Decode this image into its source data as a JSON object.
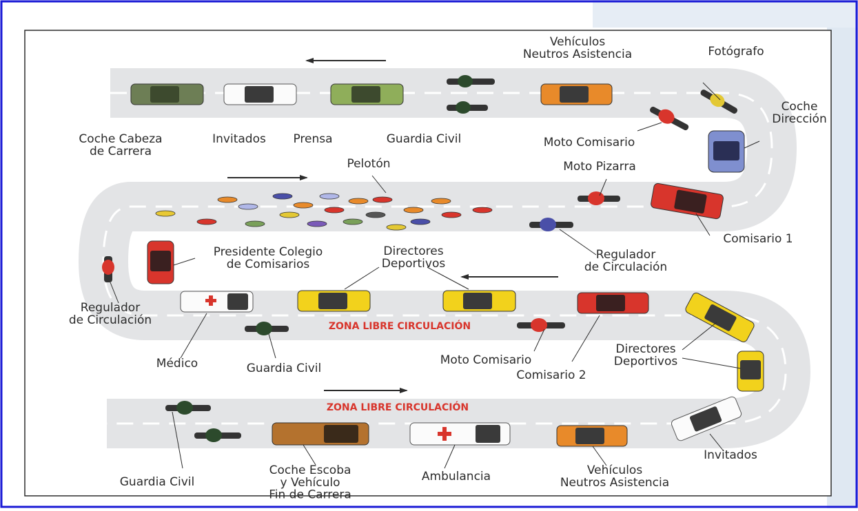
{
  "colors": {
    "road": "#e3e4e6",
    "lane_dash": "#ffffff",
    "frame_border": "#1a1ad6",
    "zone_text": "#d8352c",
    "label_text": "#2b2b2b",
    "car_green": "#8fae5a",
    "car_dark_green": "#6d7e55",
    "car_orange": "#e88a2a",
    "car_yellow": "#f2d21c",
    "car_red": "#d8352c",
    "car_blue": "#7f8fcf",
    "car_white": "#fbfbfb",
    "car_brown": "#b4722e"
  },
  "labels": {
    "coche_cabeza": [
      "Coche Cabeza",
      "de Carrera"
    ],
    "invitados_top": [
      "Invitados"
    ],
    "prensa": [
      "Prensa"
    ],
    "guardia_civil_top": [
      "Guardia Civil"
    ],
    "vehiculos_neutros_top": [
      "Vehículos",
      "Neutros Asistencia"
    ],
    "fotografo": [
      "Fotógrafo"
    ],
    "moto_comisario_top": [
      "Moto Comisario"
    ],
    "coche_direccion": [
      "Coche",
      "Dirección"
    ],
    "peloton": [
      "Pelotón"
    ],
    "moto_pizarra": [
      "Moto Pizarra"
    ],
    "comisario_1": [
      "Comisario 1"
    ],
    "regulador_right": [
      "Regulador",
      "de Circulación"
    ],
    "presidente": [
      "Presidente Colegio",
      "de Comisarios"
    ],
    "directores_mid": [
      "Directores",
      "Deportivos"
    ],
    "regulador_left": [
      "Regulador",
      "de Circulación"
    ],
    "zona_libre_1": [
      "ZONA LIBRE CIRCULACIÓN"
    ],
    "medico": [
      "Médico"
    ],
    "guardia_civil_mid": [
      "Guardia Civil"
    ],
    "moto_comisario_mid": [
      "Moto Comisario"
    ],
    "comisario_2": [
      "Comisario 2"
    ],
    "directores_right": [
      "Directores",
      "Deportivos"
    ],
    "zona_libre_2": [
      "ZONA LIBRE CIRCULACIÓN"
    ],
    "guardia_civil_bottom": [
      "Guardia Civil"
    ],
    "coche_escoba": [
      "Coche Escoba",
      "y Vehículo",
      "Fin de Carrera"
    ],
    "ambulancia": [
      "Ambulancia"
    ],
    "vehiculos_neutros_bottom": [
      "Vehículos",
      "Neutros Asistencia"
    ],
    "invitados_bottom": [
      "Invitados"
    ]
  }
}
